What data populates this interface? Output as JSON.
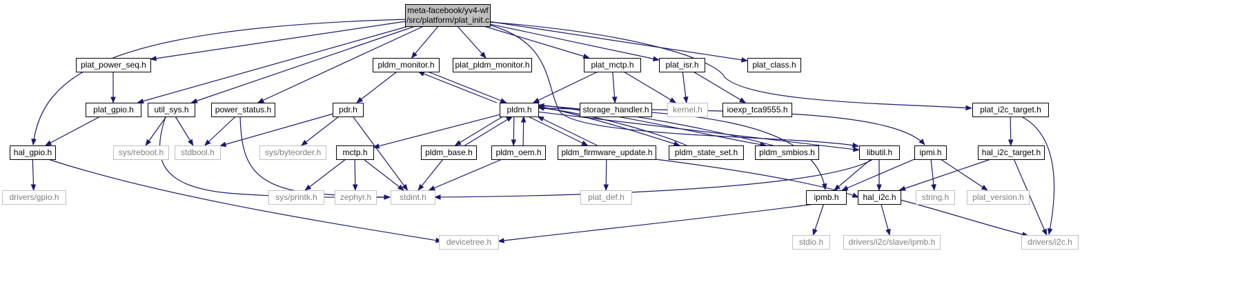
{
  "colors": {
    "edge": "#191970",
    "node_border": "#000000",
    "system_node_border": "#bfbfbf",
    "system_node_text": "#7f7f7f",
    "root_fill": "#bfbfbf"
  },
  "nodes": [
    {
      "id": "root",
      "lines": [
        "meta-facebook/yv4-wf",
        "/src/platform/plat_init.c"
      ],
      "kind": "root"
    },
    {
      "id": "plat_power_seq",
      "lines": [
        "plat_power_seq.h"
      ],
      "kind": "local"
    },
    {
      "id": "pldm_monitor",
      "lines": [
        "pldm_monitor.h"
      ],
      "kind": "local"
    },
    {
      "id": "plat_pldm_monitor",
      "lines": [
        "plat_pldm_monitor.h"
      ],
      "kind": "local"
    },
    {
      "id": "plat_mctp",
      "lines": [
        "plat_mctp.h"
      ],
      "kind": "local"
    },
    {
      "id": "plat_isr",
      "lines": [
        "plat_isr.h"
      ],
      "kind": "local"
    },
    {
      "id": "plat_class",
      "lines": [
        "plat_class.h"
      ],
      "kind": "local"
    },
    {
      "id": "plat_gpio",
      "lines": [
        "plat_gpio.h"
      ],
      "kind": "local"
    },
    {
      "id": "util_sys",
      "lines": [
        "util_sys.h"
      ],
      "kind": "local"
    },
    {
      "id": "power_status",
      "lines": [
        "power_status.h"
      ],
      "kind": "local"
    },
    {
      "id": "pdr",
      "lines": [
        "pdr.h"
      ],
      "kind": "local"
    },
    {
      "id": "pldm",
      "lines": [
        "pldm.h"
      ],
      "kind": "local"
    },
    {
      "id": "storage_handler",
      "lines": [
        "storage_handler.h"
      ],
      "kind": "local"
    },
    {
      "id": "kernel",
      "lines": [
        "kernel.h"
      ],
      "kind": "system"
    },
    {
      "id": "ioexp_tca9555",
      "lines": [
        "ioexp_tca9555.h"
      ],
      "kind": "local"
    },
    {
      "id": "plat_i2c_target",
      "lines": [
        "plat_i2c_target.h"
      ],
      "kind": "local"
    },
    {
      "id": "hal_gpio",
      "lines": [
        "hal_gpio.h"
      ],
      "kind": "local"
    },
    {
      "id": "sys_reboot",
      "lines": [
        "sys/reboot.h"
      ],
      "kind": "system"
    },
    {
      "id": "stdbool",
      "lines": [
        "stdbool.h"
      ],
      "kind": "system"
    },
    {
      "id": "sys_byteorder",
      "lines": [
        "sys/byteorder.h"
      ],
      "kind": "system"
    },
    {
      "id": "mctp",
      "lines": [
        "mctp.h"
      ],
      "kind": "local"
    },
    {
      "id": "pldm_base",
      "lines": [
        "pldm_base.h"
      ],
      "kind": "local"
    },
    {
      "id": "pldm_oem",
      "lines": [
        "pldm_oem.h"
      ],
      "kind": "local"
    },
    {
      "id": "pldm_firmware_update",
      "lines": [
        "pldm_firmware_update.h"
      ],
      "kind": "local"
    },
    {
      "id": "pldm_state_set",
      "lines": [
        "pldm_state_set.h"
      ],
      "kind": "local"
    },
    {
      "id": "pldm_smbios",
      "lines": [
        "pldm_smbios.h"
      ],
      "kind": "local"
    },
    {
      "id": "libutil",
      "lines": [
        "libutil.h"
      ],
      "kind": "local"
    },
    {
      "id": "ipmi",
      "lines": [
        "ipmi.h"
      ],
      "kind": "local"
    },
    {
      "id": "hal_i2c_target",
      "lines": [
        "hal_i2c_target.h"
      ],
      "kind": "local"
    },
    {
      "id": "drivers_gpio",
      "lines": [
        "drivers/gpio.h"
      ],
      "kind": "system"
    },
    {
      "id": "sys_printk",
      "lines": [
        "sys/printk.h"
      ],
      "kind": "system"
    },
    {
      "id": "zephyr",
      "lines": [
        "zephyr.h"
      ],
      "kind": "system"
    },
    {
      "id": "stdint",
      "lines": [
        "stdint.h"
      ],
      "kind": "system"
    },
    {
      "id": "plat_def",
      "lines": [
        "plat_def.h"
      ],
      "kind": "system"
    },
    {
      "id": "ipmb",
      "lines": [
        "ipmb.h"
      ],
      "kind": "local"
    },
    {
      "id": "hal_i2c",
      "lines": [
        "hal_i2c.h"
      ],
      "kind": "local"
    },
    {
      "id": "string",
      "lines": [
        "string.h"
      ],
      "kind": "system"
    },
    {
      "id": "plat_version",
      "lines": [
        "plat_version.h"
      ],
      "kind": "system"
    },
    {
      "id": "devicetree",
      "lines": [
        "devicetree.h"
      ],
      "kind": "system"
    },
    {
      "id": "stdio",
      "lines": [
        "stdio.h"
      ],
      "kind": "system"
    },
    {
      "id": "drivers_i2c_slave_ipmb",
      "lines": [
        "drivers/i2c/slave/ipmb.h"
      ],
      "kind": "system"
    },
    {
      "id": "drivers_i2c",
      "lines": [
        "drivers/i2c.h"
      ],
      "kind": "system"
    }
  ],
  "edges": [
    [
      "root",
      "plat_power_seq"
    ],
    [
      "root",
      "pldm_monitor"
    ],
    [
      "root",
      "plat_pldm_monitor"
    ],
    [
      "root",
      "plat_mctp"
    ],
    [
      "root",
      "plat_isr"
    ],
    [
      "root",
      "plat_class"
    ],
    [
      "root",
      "plat_gpio"
    ],
    [
      "root",
      "util_sys"
    ],
    [
      "root",
      "power_status"
    ],
    [
      "root",
      "hal_gpio"
    ],
    [
      "root",
      "plat_i2c_target"
    ],
    [
      "root",
      "libutil"
    ],
    [
      "plat_power_seq",
      "plat_gpio"
    ],
    [
      "plat_gpio",
      "hal_gpio"
    ],
    [
      "hal_gpio",
      "drivers_gpio"
    ],
    [
      "hal_gpio",
      "devicetree"
    ],
    [
      "util_sys",
      "sys_reboot"
    ],
    [
      "util_sys",
      "stdbool"
    ],
    [
      "util_sys",
      "stdint"
    ],
    [
      "power_status",
      "stdbool"
    ],
    [
      "power_status",
      "stdint"
    ],
    [
      "pldm_monitor",
      "pdr"
    ],
    [
      "pldm_monitor",
      "pldm"
    ],
    [
      "pdr",
      "stdbool"
    ],
    [
      "pdr",
      "sys_byteorder"
    ],
    [
      "pdr",
      "stdint"
    ],
    [
      "pldm",
      "pldm_monitor"
    ],
    [
      "pldm",
      "mctp"
    ],
    [
      "pldm",
      "pldm_base"
    ],
    [
      "pldm",
      "pldm_oem"
    ],
    [
      "pldm",
      "pldm_firmware_update"
    ],
    [
      "pldm",
      "pldm_state_set"
    ],
    [
      "pldm",
      "pldm_smbios"
    ],
    [
      "pldm",
      "libutil"
    ],
    [
      "pldm",
      "ipmb"
    ],
    [
      "pldm_base",
      "pldm"
    ],
    [
      "pldm_oem",
      "pldm"
    ],
    [
      "pldm_firmware_update",
      "pldm"
    ],
    [
      "pldm_state_set",
      "pldm"
    ],
    [
      "pldm_smbios",
      "pldm"
    ],
    [
      "mctp",
      "sys_printk"
    ],
    [
      "mctp",
      "zephyr"
    ],
    [
      "mctp",
      "stdint"
    ],
    [
      "pldm_base",
      "stdint"
    ],
    [
      "pldm_oem",
      "stdint"
    ],
    [
      "pldm_firmware_update",
      "plat_def"
    ],
    [
      "pldm_firmware_update",
      "hal_i2c"
    ],
    [
      "plat_mctp",
      "pldm"
    ],
    [
      "plat_mctp",
      "storage_handler"
    ],
    [
      "plat_mctp",
      "kernel"
    ],
    [
      "storage_handler",
      "ipmi"
    ],
    [
      "plat_isr",
      "kernel"
    ],
    [
      "plat_isr",
      "ioexp_tca9555"
    ],
    [
      "plat_i2c_target",
      "hal_i2c_target"
    ],
    [
      "plat_i2c_target",
      "drivers_i2c"
    ],
    [
      "hal_i2c_target",
      "hal_i2c"
    ],
    [
      "hal_i2c_target",
      "drivers_i2c"
    ],
    [
      "libutil",
      "stdint"
    ],
    [
      "libutil",
      "ipmb"
    ],
    [
      "libutil",
      "hal_i2c"
    ],
    [
      "ipmi",
      "ipmb"
    ],
    [
      "ipmi",
      "string"
    ],
    [
      "ipmi",
      "plat_version"
    ],
    [
      "ipmb",
      "devicetree"
    ],
    [
      "ipmb",
      "stdio"
    ],
    [
      "hal_i2c",
      "drivers_i2c_slave_ipmb"
    ],
    [
      "hal_i2c",
      "drivers_i2c"
    ]
  ]
}
